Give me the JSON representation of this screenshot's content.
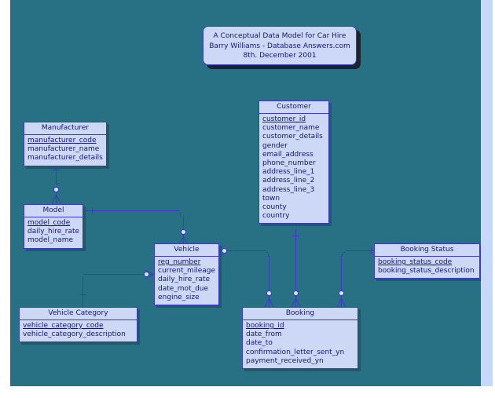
{
  "canvas": {
    "background_color": "#287083",
    "entity_fill_color": "#ccd8f6",
    "entity_border_color": "#3b3bc8",
    "text_color": "#16166e",
    "right_strip_color": "#c6d9fb"
  },
  "title_note": {
    "name": "diagram-title-note",
    "lines": [
      "A Conceptual Data Model for Car Hire",
      "Barry Williams - Database Answers.com",
      "8th. December 2001"
    ]
  },
  "entities": [
    {
      "id": "manufacturer",
      "title": "Manufacturer",
      "attributes": [
        {
          "name": "manufacturer_code",
          "key": true
        },
        {
          "name": "manufacturer_name",
          "key": false
        },
        {
          "name": "manufacturer_details",
          "key": false
        }
      ]
    },
    {
      "id": "model",
      "title": "Model",
      "attributes": [
        {
          "name": "model_code",
          "key": true
        },
        {
          "name": "daily_hire_rate",
          "key": false
        },
        {
          "name": "model_name",
          "key": false
        }
      ]
    },
    {
      "id": "customer",
      "title": "Customer",
      "attributes": [
        {
          "name": "customer_id",
          "key": true
        },
        {
          "name": "customer_name",
          "key": false
        },
        {
          "name": "customer_details",
          "key": false
        },
        {
          "name": "gender",
          "key": false
        },
        {
          "name": "email_address",
          "key": false
        },
        {
          "name": "phone_number",
          "key": false
        },
        {
          "name": "address_line_1",
          "key": false
        },
        {
          "name": "address_line_2",
          "key": false
        },
        {
          "name": "address_line_3",
          "key": false
        },
        {
          "name": "town",
          "key": false
        },
        {
          "name": "county",
          "key": false
        },
        {
          "name": "country",
          "key": false
        }
      ]
    },
    {
      "id": "vehicle",
      "title": "Vehicle",
      "attributes": [
        {
          "name": "reg_number",
          "key": true
        },
        {
          "name": "current_mileage",
          "key": false
        },
        {
          "name": "daily_hire_rate",
          "key": false
        },
        {
          "name": "date_mot_due",
          "key": false
        },
        {
          "name": "engine_size",
          "key": false
        }
      ]
    },
    {
      "id": "vehicle_category",
      "title": "Vehicle Category",
      "attributes": [
        {
          "name": "vehicle_category_code",
          "key": true
        },
        {
          "name": "vehicle_category_description",
          "key": false
        }
      ]
    },
    {
      "id": "booking",
      "title": "Booking",
      "attributes": [
        {
          "name": "booking_id",
          "key": true
        },
        {
          "name": "date_from",
          "key": false
        },
        {
          "name": "date_to",
          "key": false
        },
        {
          "name": "confirmation_letter_sent_yn",
          "key": false
        },
        {
          "name": "payment_received_yn",
          "key": false
        }
      ]
    },
    {
      "id": "booking_status",
      "title": "Booking Status",
      "attributes": [
        {
          "name": "booking_status_code",
          "key": true
        },
        {
          "name": "booking_status_description",
          "key": false
        }
      ]
    }
  ],
  "relationships": [
    {
      "from": "manufacturer",
      "to": "model",
      "from_cardinality": "one",
      "to_cardinality": "zero-or-many"
    },
    {
      "from": "model",
      "to": "vehicle",
      "from_cardinality": "one",
      "to_cardinality": "zero-or-many"
    },
    {
      "from": "vehicle_category",
      "to": "vehicle",
      "from_cardinality": "one",
      "to_cardinality": "zero-or-many"
    },
    {
      "from": "customer",
      "to": "booking",
      "from_cardinality": "one",
      "to_cardinality": "zero-or-many"
    },
    {
      "from": "vehicle",
      "to": "booking",
      "from_cardinality": "one",
      "to_cardinality": "zero-or-many"
    },
    {
      "from": "booking_status",
      "to": "booking",
      "from_cardinality": "one",
      "to_cardinality": "zero-or-many"
    }
  ]
}
